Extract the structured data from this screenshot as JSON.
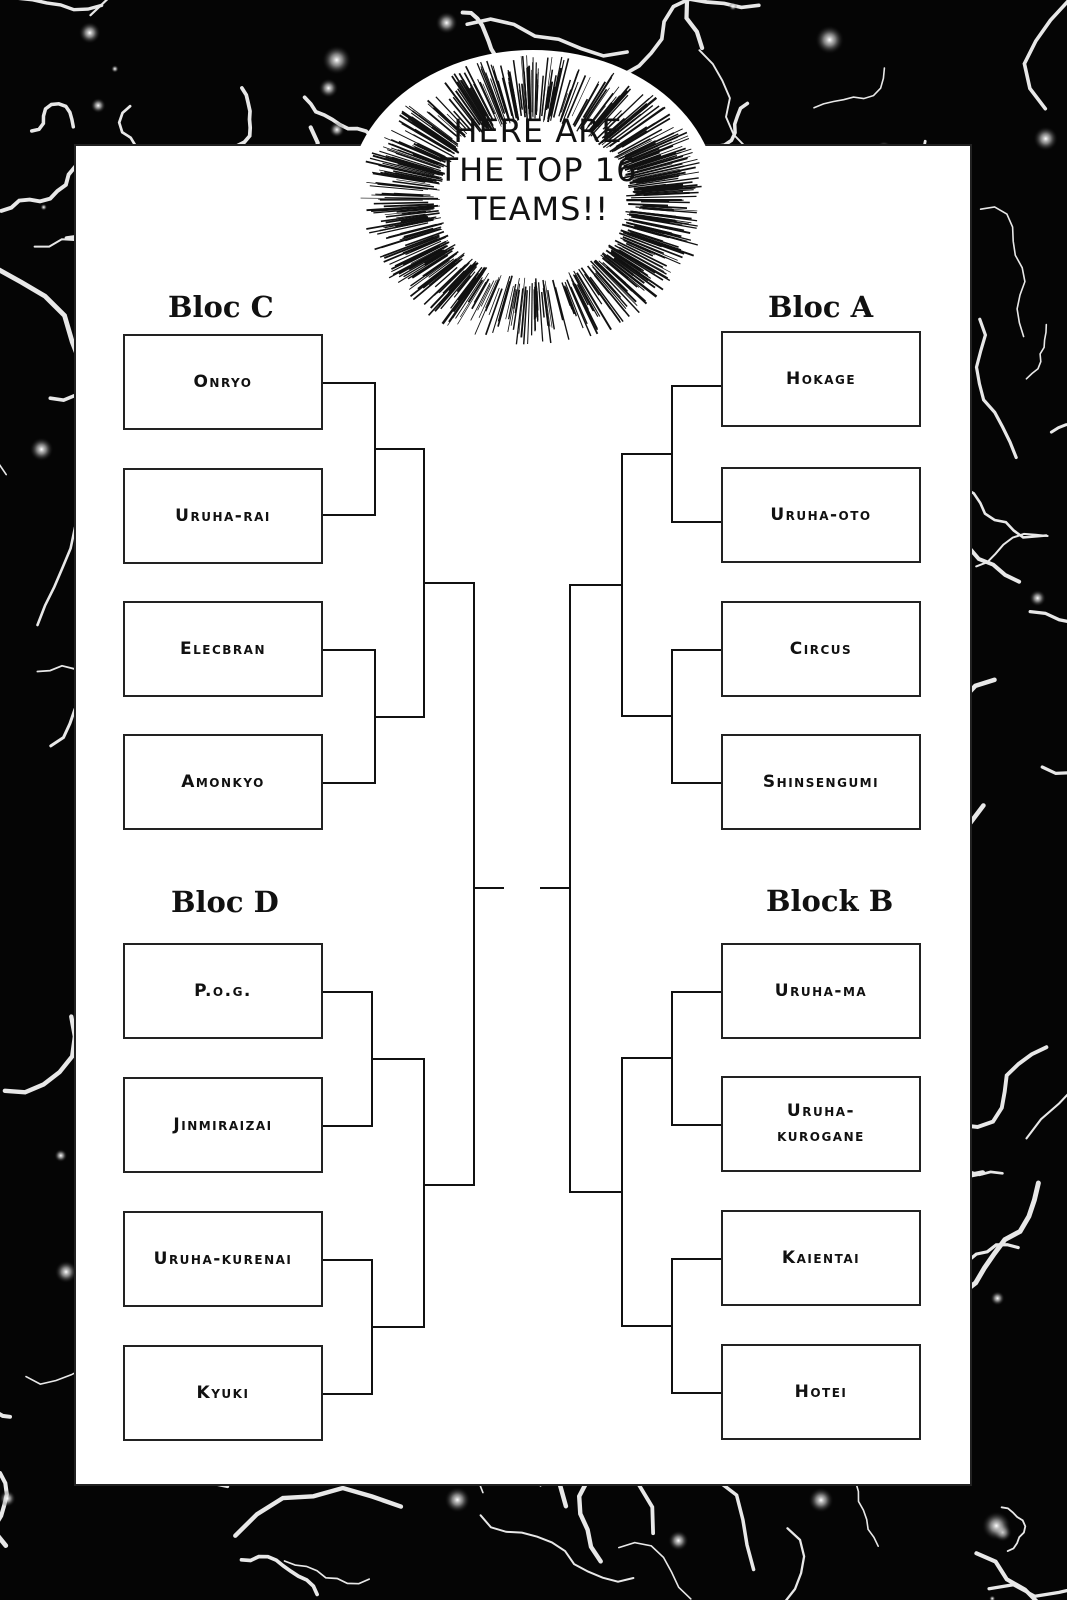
{
  "header": {
    "text": "HERE ARE THE TOP 16 TEAMS!!"
  },
  "colors": {
    "background": "#050505",
    "panel": "#ffffff",
    "ink": "#111111",
    "vein": "#e8e8e8"
  },
  "blocs": {
    "c": {
      "title": "Bloc C",
      "teams": [
        "Onryo",
        "Uruha-Rai",
        "Elecbran",
        "Amonkyo"
      ]
    },
    "a": {
      "title": "Bloc A",
      "teams": [
        "Hokage",
        "Uruha-Oto",
        "Circus",
        "Shinsengumi"
      ]
    },
    "d": {
      "title": "Bloc D",
      "teams": [
        "P.O.G.",
        "Jinmiraizai",
        "Uruha-Kurenai",
        "Kyuki"
      ]
    },
    "b": {
      "title": "Block B",
      "teams": [
        "Uruha-Ma",
        "Uruha-Kurogane",
        "Kaientai",
        "Hotei"
      ]
    }
  }
}
